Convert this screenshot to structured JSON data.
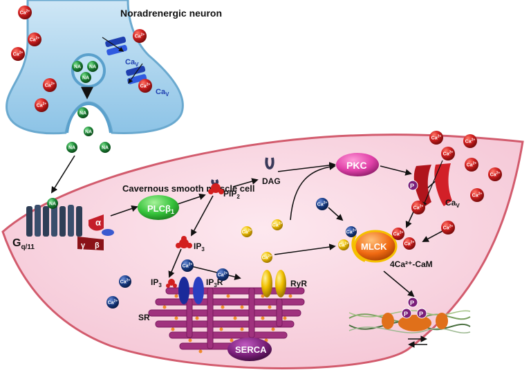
{
  "titles": {
    "neuron": "Noradrenergic neuron",
    "cell": "Cavernous smooth muscle cell"
  },
  "labels": {
    "na": "NA",
    "ca": "Ca",
    "ca_charge": "2+",
    "cav_main": "Ca",
    "cav_sub": "V",
    "gq_main": "G",
    "gq_sub": "q/11",
    "alpha": "α",
    "gamma": "γ",
    "beta": "β",
    "plc_main": "PLCβ",
    "plc_sub": "1",
    "pip_main": "PIP",
    "pip_sub": "2",
    "dag": "DAG",
    "pkc": "PKC",
    "ip3_main": "IP",
    "ip3_sub": "3",
    "ip3r_main": "IP",
    "ip3r_sub": "3",
    "ip3r_suffix": "R",
    "ryr": "RyR",
    "sr": "SR",
    "serca": "SERCA",
    "mlck": "MLCK",
    "cam": "4Ca²⁺-CaM",
    "p": "P"
  },
  "colors": {
    "neuron_fill": "#a9d4ec",
    "neuron_stroke": "#6aa9cf",
    "cell_fill": "#f7d4e0",
    "cell_stroke": "#d25b6d",
    "ca_red": "#d21f1f",
    "na_green": "#1f8c3a",
    "channel_blue": "#1f3fb0",
    "ca_blue": "#1a3f8c",
    "ca_yellow": "#f0c000",
    "sr_magenta": "#a0327e",
    "plc_green": "#35c23a",
    "pkc_pink": "#e040a8",
    "mlck_orange": "#f06a12",
    "serca_purple": "#7a1f7a",
    "receptor_dark": "#2e3e56"
  }
}
